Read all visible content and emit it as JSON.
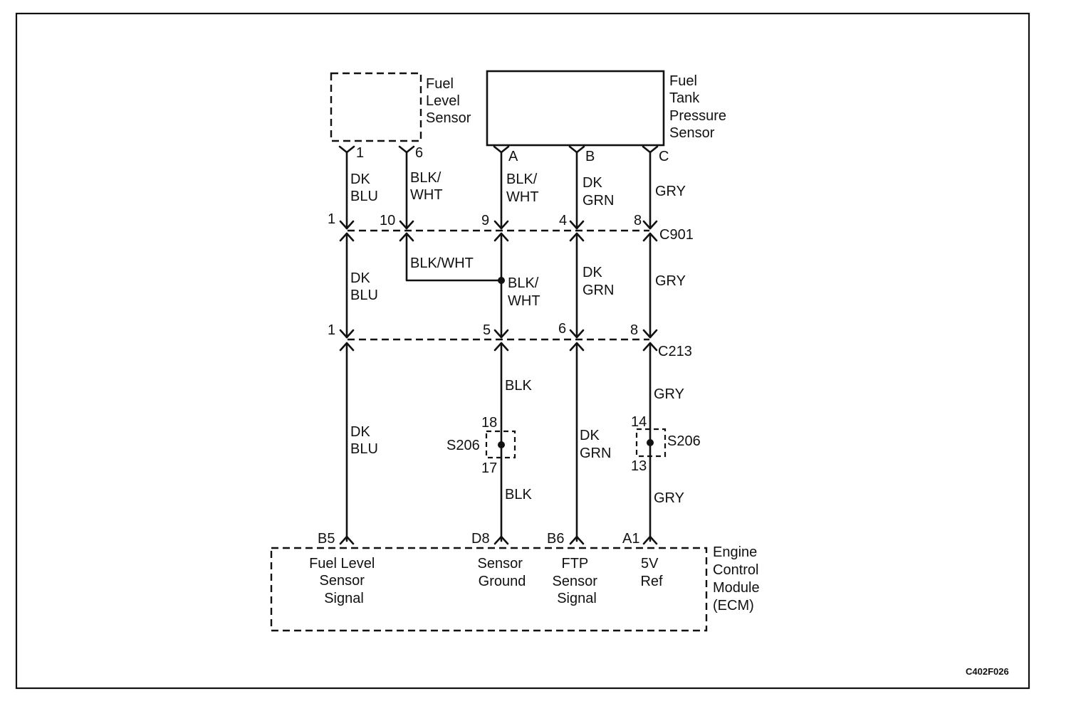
{
  "diagram_id": "C402F026",
  "components": {
    "fuel_level_sensor": [
      "Fuel",
      "Level",
      "Sensor"
    ],
    "fuel_tank_pressure_sensor": [
      "Fuel",
      "Tank",
      "Pressure",
      "Sensor"
    ],
    "ecm": [
      "Engine",
      "Control",
      "Module",
      "(ECM)"
    ]
  },
  "sensor_pins": {
    "fls_1": "1",
    "fls_6": "6",
    "ftp_a": "A",
    "ftp_b": "B",
    "ftp_c": "C"
  },
  "connectors": {
    "c901": {
      "name": "C901",
      "pins": [
        "1",
        "10",
        "9",
        "4",
        "8"
      ]
    },
    "c213": {
      "name": "C213",
      "pins": [
        "1",
        "5",
        "6",
        "8"
      ]
    }
  },
  "splices": {
    "left": {
      "name": "S206",
      "pin_top": "18",
      "pin_bottom": "17"
    },
    "right": {
      "name": "S206",
      "pin_top": "14",
      "pin_bottom": "13"
    }
  },
  "wire_colors": {
    "c1_top": [
      "DK",
      "BLU"
    ],
    "c2_top": [
      "BLK/",
      "WHT"
    ],
    "c3_top": [
      "BLK/",
      "WHT"
    ],
    "c4_top": [
      "DK",
      "GRN"
    ],
    "c5_top": [
      "GRY"
    ],
    "c1_mid": [
      "DK",
      "BLU"
    ],
    "c2_mid": "BLK/WHT",
    "c3_mid": [
      "BLK/",
      "WHT"
    ],
    "c4_mid": [
      "DK",
      "GRN"
    ],
    "c5_mid": [
      "GRY"
    ],
    "c1_low": [
      "DK",
      "BLU"
    ],
    "c3_low1": "BLK",
    "c3_low2": "BLK",
    "c4_low": [
      "DK",
      "GRN"
    ],
    "c5_low1": "GRY",
    "c5_low2": "GRY"
  },
  "ecm_pins": [
    {
      "pin": "B5",
      "label": [
        "Fuel Level",
        "Sensor",
        "Signal"
      ]
    },
    {
      "pin": "D8",
      "label": [
        "Sensor",
        "Ground"
      ]
    },
    {
      "pin": "B6",
      "label": [
        "FTP",
        "Sensor",
        "Signal"
      ]
    },
    {
      "pin": "A1",
      "label": [
        "5V",
        "Ref"
      ]
    }
  ]
}
